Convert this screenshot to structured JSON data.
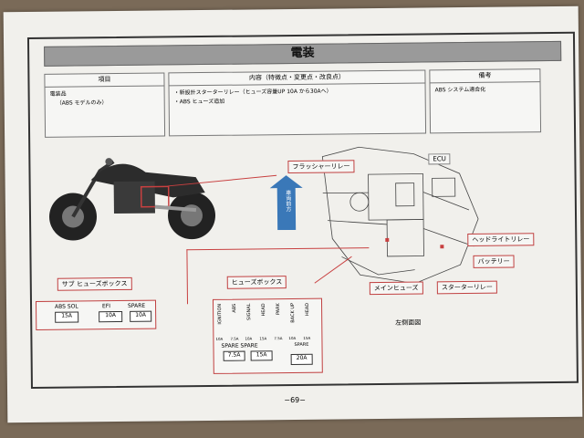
{
  "page": {
    "title": "電装",
    "page_number": "−69−"
  },
  "table": {
    "col1": {
      "header": "項目",
      "lines": [
        "電装品",
        "（ABS モデルのみ）"
      ]
    },
    "col2": {
      "header": "内容（特徴点・変更点・改良点）",
      "lines": [
        "・新設計スターターリレー（ヒューズ容量UP 10A から30Aへ）",
        "・ABS ヒューズ追加"
      ]
    },
    "col3": {
      "header": "備考",
      "lines": [
        "ABS システム適合化"
      ]
    }
  },
  "diagram": {
    "front_label": "車両前方",
    "callouts": {
      "flasher": "フラッシャーリレー",
      "ecu": "ECU",
      "headlight": "ヘッドライトリレー",
      "battery": "バッテリー",
      "starter": "スターターリレー",
      "main_fuse": "メインヒューズ",
      "left_view": "左側面図"
    }
  },
  "sub_fuse_box": {
    "title": "サブ ヒューズボックス",
    "labels": [
      "ABS SOL",
      "EFI",
      "SPARE"
    ],
    "values": [
      "15A",
      "10A",
      "10A"
    ]
  },
  "fuse_box": {
    "title": "ヒューズボックス",
    "top_labels": [
      "IGNITION",
      "ABS",
      "SIGNAL",
      "HEAD",
      "PARK",
      "BACK UP",
      "HEAD"
    ],
    "top_values": [
      "10A",
      "7.5A",
      "10A",
      "15A",
      "7.5A",
      "10A",
      "15A"
    ],
    "spare_label": "SPARE SPARE",
    "spare_values": [
      "7.5A",
      "15A"
    ],
    "main_value": "20A",
    "spare_right": "SPARE"
  }
}
